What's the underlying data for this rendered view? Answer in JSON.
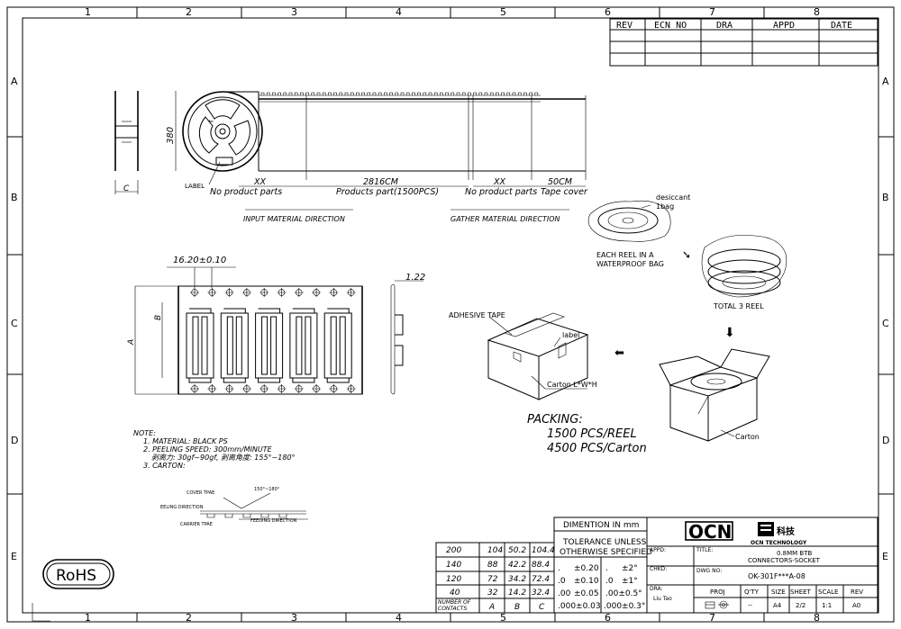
{
  "grid": {
    "cols": [
      "1",
      "2",
      "3",
      "4",
      "5",
      "6",
      "7",
      "8"
    ],
    "rows": [
      "A",
      "B",
      "C",
      "D",
      "E"
    ]
  },
  "revision": {
    "headers": [
      "REV",
      "ECN NO",
      "DRA",
      "APPD",
      "DATE"
    ]
  },
  "reel": {
    "dim_380": "380",
    "dim_c": "C",
    "label": "LABEL",
    "seg_xx_left": "XX",
    "seg_2816": "2816CM",
    "seg_xx_right": "XX",
    "seg_50": "50CM",
    "part_no_left": "No product parts",
    "part_products": "Products part(1500PCS)",
    "part_no_right": "No product parts",
    "part_tape_cover": "Tape cover",
    "dir_input": "INPUT MATERIAL DIRECTION",
    "dir_gather": "GATHER MATERIAL DIRECTION"
  },
  "tape": {
    "dim_pitch": "16.20±0.10",
    "dim_122": "1.22",
    "dim_a": "A",
    "dim_b": "B"
  },
  "packing": {
    "desiccant": "desiccant\n1bag",
    "bag_text": "EACH REEL IN A\nWATERPROOF BAG",
    "total_reel": "TOTAL 3 REEL",
    "adhesive": "ADHESIVE TAPE",
    "label": "label",
    "carton_lwh": "Carton L*W*H",
    "carton": "Carton",
    "packing_title": "PACKING:",
    "pcs_reel": "1500 PCS/REEL",
    "pcs_carton": "4500 PCS/Carton"
  },
  "notes": {
    "title": "NOTE:",
    "n1": "1. MATERIAL: BLACK PS",
    "n2": "2. PEELING SPEED: 300mm/MINUTE",
    "n2b": "剥离力: 30gf~90gf, 剥离角度: 155°~180°",
    "n3": "3. CARTON:",
    "cover": "COVER TPAE",
    "angle": "150°~180°",
    "peeling": "EELING DIRECTION",
    "carrier": "CARRIER TPAE",
    "feeding": "FEEDING DIRECTION"
  },
  "rohs": "RoHS",
  "dim_table": {
    "headers": [
      "NUMBER OF CONTACTS",
      "A",
      "B",
      "C"
    ],
    "rows": [
      [
        "200",
        "104",
        "50.2",
        "104.4"
      ],
      [
        "140",
        "88",
        "42.2",
        "88.4"
      ],
      [
        "120",
        "72",
        "34.2",
        "72.4"
      ],
      [
        "40",
        "32",
        "14.2",
        "32.4"
      ]
    ]
  },
  "tolerance": {
    "dimention": "DIMENTION IN mm",
    "tol1": "TOLERANCE UNLESS",
    "tol2": "OTHERWISE SPECIFIED",
    "rows": [
      [
        ".",
        "±0.20",
        ".",
        "±2°"
      ],
      [
        ".0",
        "±0.10",
        ".0",
        "±1°"
      ],
      [
        ".00",
        "±0.05",
        ".00±0.5°",
        ""
      ],
      [
        ".000±0.03",
        "",
        ".000±0.3°",
        ""
      ]
    ]
  },
  "title_block": {
    "logo": "OCN",
    "cn_name": "科技",
    "company": "OCN TECHNOLOGY",
    "appd": "APPD:",
    "title_lbl": "TITLE:",
    "title1": "0.8MM BTB",
    "title2": "CONNECTORS-SOCKET",
    "chkd": "CHKD:",
    "dwg_lbl": "DWG NO:",
    "dwg_no": "OK-301F***A-08",
    "dra": "DRA:",
    "dra_name": "Liu Tao",
    "proj": "PROJ",
    "qty": "Q'TY",
    "size": "SIZE",
    "sheet": "SHEET",
    "scale": "SCALE",
    "rev": "REV",
    "qty_v": "--",
    "size_v": "A4",
    "sheet_v": "2/2",
    "scale_v": "1:1",
    "rev_v": "A0"
  }
}
